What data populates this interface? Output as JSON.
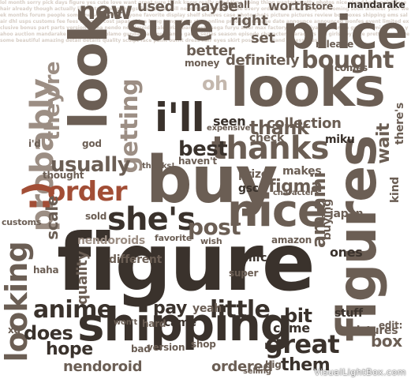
{
  "cloud": {
    "colors": {
      "dark": "#3a322c",
      "mid": "#6b5e54",
      "light": "#9c8e84",
      "pale": "#c4b8ae",
      "accent": "#a24e36"
    },
    "words": [
      {
        "t": "figure",
        "c": "dark"
      },
      {
        "t": "looks",
        "c": "mid"
      },
      {
        "t": "buy",
        "c": "mid"
      },
      {
        "t": "shipping",
        "c": "dark"
      },
      {
        "t": "figures",
        "c": "mid"
      },
      {
        "t": "look",
        "c": "mid"
      },
      {
        "t": "price",
        "c": "mid"
      },
      {
        "t": "nice",
        "c": "mid"
      },
      {
        "t": "probably",
        "c": "light"
      },
      {
        "t": "sure",
        "c": "mid"
      },
      {
        "t": "i'll",
        "c": "dark"
      },
      {
        "t": "she's",
        "c": "dark"
      },
      {
        "t": "thanks",
        "c": "mid"
      },
      {
        "t": "order",
        "c": "accent"
      },
      {
        "t": ":)",
        "c": "accent"
      },
      {
        "t": "bought",
        "c": "mid"
      },
      {
        "t": "great",
        "c": "dark"
      },
      {
        "t": "looking",
        "c": "mid"
      },
      {
        "t": "new",
        "c": "mid"
      },
      {
        "t": "getting",
        "c": "light"
      },
      {
        "t": "anime",
        "c": "dark"
      },
      {
        "t": "they're",
        "c": "light"
      },
      {
        "t": "post",
        "c": "mid"
      },
      {
        "t": "usually",
        "c": "mid"
      },
      {
        "t": "thank",
        "c": "mid"
      },
      {
        "t": "best",
        "c": "dark"
      },
      {
        "t": "figma",
        "c": "mid"
      },
      {
        "t": "amiami",
        "c": "mid"
      },
      {
        "t": "collection",
        "c": "mid"
      },
      {
        "t": "definitely",
        "c": "mid"
      },
      {
        "t": "little",
        "c": "dark"
      },
      {
        "t": "bit",
        "c": "dark"
      },
      {
        "t": "does",
        "c": "dark"
      },
      {
        "t": "hope",
        "c": "dark"
      },
      {
        "t": "ordered",
        "c": "mid"
      },
      {
        "t": "nendoroid",
        "c": "mid"
      },
      {
        "t": "nendoroids",
        "c": "light"
      },
      {
        "t": "them",
        "c": "dark"
      },
      {
        "t": "box",
        "c": "mid"
      },
      {
        "t": "wait",
        "c": "mid"
      },
      {
        "t": "pictures",
        "c": "mid"
      },
      {
        "t": "scale",
        "c": "mid"
      },
      {
        "t": "quality",
        "c": "mid"
      },
      {
        "t": "mandarake",
        "c": "dark"
      },
      {
        "t": "maybe",
        "c": "mid"
      },
      {
        "t": "used",
        "c": "mid"
      },
      {
        "t": "right",
        "c": "mid"
      },
      {
        "t": "set",
        "c": "mid"
      },
      {
        "t": "better",
        "c": "mid"
      },
      {
        "t": "worth",
        "c": "mid"
      },
      {
        "t": "small",
        "c": "mid"
      },
      {
        "t": "oh",
        "c": "pale"
      },
      {
        "t": "pay",
        "c": "dark"
      },
      {
        "t": "japan",
        "c": "mid"
      },
      {
        "t": "amazon",
        "c": "mid"
      },
      {
        "t": "mfc",
        "c": "dark"
      },
      {
        "t": "gsc",
        "c": "dark"
      },
      {
        "t": "prize",
        "c": "mid"
      },
      {
        "t": "makes",
        "c": "mid"
      },
      {
        "t": "seen",
        "c": "dark"
      },
      {
        "t": "come",
        "c": "dark"
      },
      {
        "t": "came",
        "c": "dark"
      },
      {
        "t": "yeah",
        "c": "mid"
      },
      {
        "t": "miku",
        "c": "dark"
      },
      {
        "t": "release",
        "c": "mid"
      },
      {
        "t": "there's",
        "c": "mid"
      },
      {
        "t": "isn't",
        "c": "mid"
      },
      {
        "t": "different",
        "c": "mid"
      },
      {
        "t": "version",
        "c": "mid"
      },
      {
        "t": "stuff",
        "c": "dark"
      },
      {
        "t": "character",
        "c": "mid"
      },
      {
        "t": "kind",
        "c": "mid"
      },
      {
        "t": "buying",
        "c": "mid"
      },
      {
        "t": "xd",
        "c": "mid"
      },
      {
        "t": "edit:",
        "c": "mid"
      },
      {
        "t": "money",
        "c": "mid"
      },
      {
        "t": "check",
        "c": "mid"
      },
      {
        "t": "ones",
        "c": "dark"
      },
      {
        "t": "sold",
        "c": "mid"
      },
      {
        "t": "haven't",
        "c": "mid"
      },
      {
        "t": "store",
        "c": "mid"
      },
      {
        "t": "expensive",
        "c": "mid"
      },
      {
        "t": "shop",
        "c": "mid"
      },
      {
        "t": "super",
        "c": "mid"
      },
      {
        "t": "favorite",
        "c": "mid"
      },
      {
        "t": "wish",
        "c": "mid"
      },
      {
        "t": "customs",
        "c": "mid"
      },
      {
        "t": "thought",
        "c": "mid"
      },
      {
        "t": "i'd",
        "c": "mid"
      },
      {
        "t": "god",
        "c": "mid"
      },
      {
        "t": "comes",
        "c": "mid"
      },
      {
        "t": "thanks!",
        "c": "mid"
      },
      {
        "t": "haha",
        "c": "mid"
      },
      {
        "t": "bad",
        "c": "mid"
      },
      {
        "t": "big",
        "c": "mid"
      },
      {
        "t": "hard",
        "c": "mid"
      },
      {
        "t": "won't",
        "c": "mid"
      },
      {
        "t": "selling",
        "c": "mid"
      }
    ],
    "filler": "lol month sorry pick days figure yes cute love want great sure think know really good time going thing wanted pretty photos nice stand base paint face hair already though actually little stuff thing things find found still need hope seems while every order sale fake real price coming soon another year week months forum people someone something anyone favorite display shelf shelves case photo shots picture pictures review box boxes shipping ems sal air dhl usps customs fee fees tax paid cost japan china hong kong store shop online preorder release date announce announced wonfes event limited exclusive bonus part parts version figma nendo nendoroid scale prize banpresto sega furyu alter max factory kotobukiya good smile gsc amiami hlj ebay yahoo auction mandarake buyee solaris plamo gundam anime manga game series season episode character characters girl girls boy cute pretty sexy awesome beautiful amazing detail details quality sculpt face paint outfit dress hair eyes skirt pose base stand accessories",
    "watermark": "VisualLightBox.com"
  }
}
